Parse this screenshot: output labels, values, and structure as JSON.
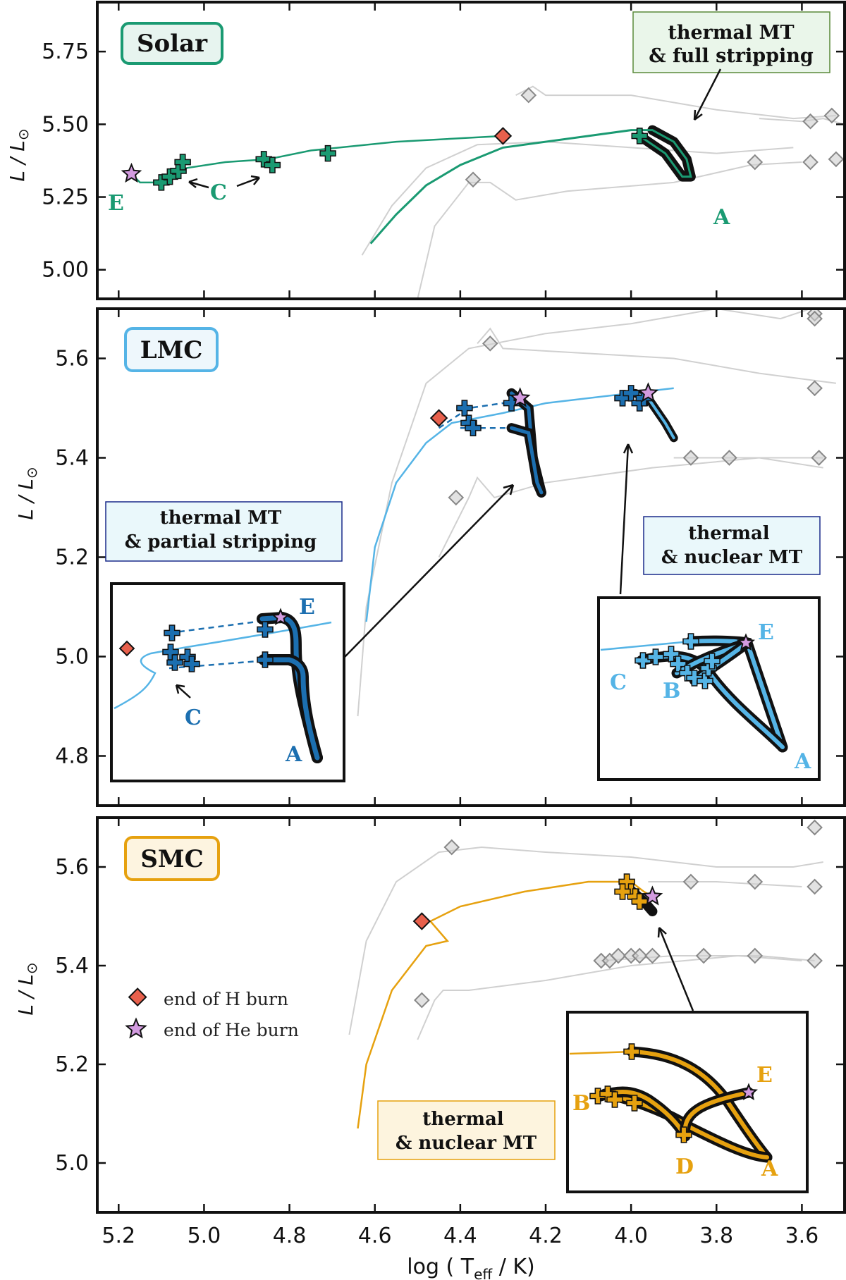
{
  "figure": {
    "xlabel": "log ( T",
    "xlabel_sub": "eff",
    "xlabel_tail": " / K)",
    "ylabel": "L / L",
    "ylabel_sun": "⊙",
    "xticks": [
      "5.2",
      "5.0",
      "4.8",
      "4.6",
      "4.4",
      "4.2",
      "4.0",
      "3.8",
      "3.6"
    ]
  },
  "legend": {
    "items": [
      {
        "label": "end of H burn",
        "marker": "diamond",
        "color": "#e8604c"
      },
      {
        "label": "end of He burn",
        "marker": "star",
        "color": "#d39be0"
      }
    ]
  },
  "chart_data": [
    {
      "type": "line",
      "panel": "Solar",
      "title": "Solar",
      "accent": "#1a9a72",
      "xlim": [
        5.25,
        3.5
      ],
      "ylim": [
        4.9,
        5.92
      ],
      "yticks": [
        "5.00",
        "5.25",
        "5.50",
        "5.75"
      ],
      "ytick_values": [
        5.0,
        5.25,
        5.5,
        5.75
      ],
      "annotation": "thermal MT\n& full stripping",
      "point_labels": [
        "E",
        "C",
        "A"
      ],
      "markers": {
        "end_of_H_burn": [
          4.3,
          5.46
        ],
        "end_of_He_burn": [
          5.17,
          5.33
        ],
        "plus": [
          [
            5.1,
            5.3
          ],
          [
            5.08,
            5.32
          ],
          [
            5.06,
            5.34
          ],
          [
            5.05,
            5.37
          ],
          [
            4.86,
            5.38
          ],
          [
            4.84,
            5.36
          ],
          [
            4.71,
            5.4
          ],
          [
            3.98,
            5.46
          ]
        ]
      },
      "series": [
        {
          "name": "",
          "x": [
            4.61,
            4.55,
            4.48,
            4.4,
            4.3,
            4.1,
            4.0,
            3.95,
            3.9,
            3.87,
            3.86,
            3.88,
            3.92,
            3.98
          ],
          "y": [
            5.09,
            5.19,
            5.29,
            5.36,
            5.42,
            5.46,
            5.48,
            5.48,
            5.44,
            5.38,
            5.32,
            5.32,
            5.4,
            5.46
          ]
        },
        {
          "name": "",
          "x": [
            4.3,
            4.55,
            4.75,
            4.85,
            4.95,
            5.04,
            5.07,
            5.1,
            5.15,
            5.17
          ],
          "y": [
            5.46,
            5.44,
            5.41,
            5.38,
            5.37,
            5.35,
            5.33,
            5.3,
            5.3,
            5.33
          ]
        }
      ],
      "gray_tracks": [
        {
          "x": [
            4.63,
            4.56,
            4.48,
            4.36,
            4.2,
            4.0,
            3.8,
            3.62
          ],
          "y": [
            5.05,
            5.22,
            5.35,
            5.43,
            5.44,
            5.42,
            5.4,
            5.42
          ]
        },
        {
          "x": [
            4.5,
            4.46,
            4.38,
            4.33,
            4.27,
            4.15,
            3.9,
            3.72,
            3.6
          ],
          "y": [
            4.9,
            5.15,
            5.3,
            5.3,
            5.24,
            5.27,
            5.3,
            5.36,
            5.37
          ]
        },
        {
          "x": [
            4.27,
            4.23,
            4.2,
            4.0,
            3.8,
            3.62,
            3.52
          ],
          "y": [
            5.6,
            5.63,
            5.6,
            5.6,
            5.55,
            5.52,
            5.53
          ]
        },
        {
          "x": [
            3.7,
            3.6,
            3.55,
            3.5
          ],
          "y": [
            5.52,
            5.51,
            5.52,
            5.5
          ]
        }
      ],
      "gray_diamonds": [
        [
          4.24,
          5.6
        ],
        [
          4.37,
          5.31
        ],
        [
          3.58,
          5.51
        ],
        [
          3.53,
          5.53
        ],
        [
          3.71,
          5.37
        ],
        [
          3.58,
          5.37
        ],
        [
          3.52,
          5.38
        ]
      ]
    },
    {
      "type": "line",
      "panel": "LMC",
      "title": "LMC",
      "accent": "#55b4e6",
      "xlim": [
        5.25,
        3.5
      ],
      "ylim": [
        4.7,
        5.7
      ],
      "yticks": [
        "4.8",
        "5.0",
        "5.2",
        "5.4",
        "5.6"
      ],
      "ytick_values": [
        4.8,
        5.0,
        5.2,
        5.4,
        5.6
      ],
      "annotations": [
        "thermal MT\n& partial stripping",
        "thermal\n& nuclear MT"
      ],
      "inset_labels_left": [
        "E",
        "C",
        "A"
      ],
      "inset_labels_right": [
        "E",
        "C",
        "B",
        "A"
      ],
      "markers": {
        "end_of_H_burn": [
          4.45,
          5.48
        ],
        "end_of_He_burn": [
          [
            4.26,
            5.52
          ],
          [
            3.96,
            5.53
          ]
        ],
        "plus": [
          [
            4.39,
            5.5
          ],
          [
            4.38,
            5.47
          ],
          [
            4.37,
            5.46
          ],
          [
            4.28,
            5.51
          ],
          [
            4.02,
            5.52
          ],
          [
            4.0,
            5.53
          ],
          [
            3.98,
            5.51
          ],
          [
            3.97,
            5.52
          ]
        ]
      },
      "series": [
        {
          "name": "",
          "x": [
            4.62,
            4.6,
            4.55,
            4.48,
            4.42,
            4.3,
            4.2,
            4.0,
            3.9
          ],
          "y": [
            5.07,
            5.22,
            5.35,
            5.43,
            5.47,
            5.49,
            5.51,
            5.53,
            5.54
          ]
        },
        {
          "name": "",
          "x": [
            4.45,
            4.38,
            4.3,
            4.26
          ],
          "y": [
            5.46,
            5.5,
            5.51,
            5.52
          ]
        },
        {
          "name": "",
          "x": [
            4.4,
            4.3,
            4.27
          ],
          "y": [
            5.46,
            5.46,
            5.46
          ]
        }
      ],
      "gray_tracks": [
        {
          "x": [
            4.64,
            4.62,
            4.56,
            4.48,
            4.38,
            4.2,
            4.0,
            3.8,
            3.65,
            3.58
          ],
          "y": [
            4.88,
            5.1,
            5.35,
            5.55,
            5.62,
            5.65,
            5.67,
            5.7,
            5.68,
            5.7
          ]
        },
        {
          "x": [
            4.45,
            4.38,
            4.36,
            4.32,
            4.2,
            3.95,
            3.7,
            3.55
          ],
          "y": [
            5.2,
            5.32,
            5.36,
            5.32,
            5.35,
            5.38,
            5.4,
            5.38
          ]
        },
        {
          "x": [
            4.36,
            4.33,
            4.3,
            3.9,
            3.7,
            3.52
          ],
          "y": [
            5.63,
            5.66,
            5.62,
            5.6,
            5.57,
            5.55
          ]
        },
        {
          "x": [
            3.9,
            3.7,
            3.55
          ],
          "y": [
            5.4,
            5.4,
            5.4
          ]
        }
      ],
      "gray_diamonds": [
        [
          4.33,
          5.63
        ],
        [
          4.41,
          5.32
        ],
        [
          3.86,
          5.4
        ],
        [
          3.77,
          5.4
        ],
        [
          3.57,
          5.69
        ],
        [
          3.57,
          5.68
        ],
        [
          3.57,
          5.54
        ],
        [
          3.56,
          5.4
        ]
      ]
    },
    {
      "type": "line",
      "panel": "SMC",
      "title": "SMC",
      "accent": "#e6a10f",
      "xlim": [
        5.25,
        3.5
      ],
      "ylim": [
        4.9,
        5.7
      ],
      "yticks": [
        "5.0",
        "5.2",
        "5.4",
        "5.6"
      ],
      "ytick_values": [
        5.0,
        5.2,
        5.4,
        5.6
      ],
      "annotation": "thermal\n& nuclear MT",
      "inset_labels": [
        "E",
        "B",
        "D",
        "A"
      ],
      "markers": {
        "end_of_H_burn": [
          4.49,
          5.49
        ],
        "end_of_He_burn": [
          3.95,
          5.54
        ],
        "plus": [
          [
            4.01,
            5.57
          ],
          [
            4.0,
            5.55
          ],
          [
            3.99,
            5.54
          ],
          [
            3.98,
            5.53
          ],
          [
            4.02,
            5.55
          ]
        ]
      },
      "series": [
        {
          "name": "",
          "x": [
            4.64,
            4.62,
            4.56,
            4.48,
            4.43,
            4.47,
            4.4,
            4.25,
            4.1,
            4.0,
            3.97,
            3.95
          ],
          "y": [
            5.07,
            5.2,
            5.35,
            5.44,
            5.45,
            5.49,
            5.52,
            5.55,
            5.57,
            5.57,
            5.55,
            5.54
          ]
        }
      ],
      "gray_tracks": [
        {
          "x": [
            4.66,
            4.62,
            4.55,
            4.45,
            4.35,
            4.2,
            4.0,
            3.8,
            3.62,
            3.55
          ],
          "y": [
            5.26,
            5.45,
            5.57,
            5.63,
            5.64,
            5.63,
            5.62,
            5.6,
            5.6,
            5.61
          ]
        },
        {
          "x": [
            4.5,
            4.46,
            4.44,
            4.38,
            4.2,
            4.0,
            3.75,
            3.6
          ],
          "y": [
            5.25,
            5.33,
            5.35,
            5.35,
            5.37,
            5.4,
            5.42,
            5.41
          ]
        },
        {
          "x": [
            4.07,
            3.9,
            3.7,
            3.57
          ],
          "y": [
            5.41,
            5.42,
            5.42,
            5.41
          ]
        },
        {
          "x": [
            3.96,
            3.8,
            3.6
          ],
          "y": [
            5.57,
            5.57,
            5.56
          ]
        }
      ],
      "gray_diamonds": [
        [
          4.42,
          5.64
        ],
        [
          4.49,
          5.33
        ],
        [
          3.86,
          5.57
        ],
        [
          3.71,
          5.57
        ],
        [
          3.57,
          5.56
        ],
        [
          3.57,
          5.68
        ],
        [
          4.07,
          5.41
        ],
        [
          4.05,
          5.41
        ],
        [
          4.03,
          5.42
        ],
        [
          4.0,
          5.42
        ],
        [
          3.98,
          5.42
        ],
        [
          3.95,
          5.42
        ],
        [
          3.83,
          5.42
        ],
        [
          3.71,
          5.42
        ],
        [
          3.57,
          5.41
        ]
      ]
    }
  ]
}
